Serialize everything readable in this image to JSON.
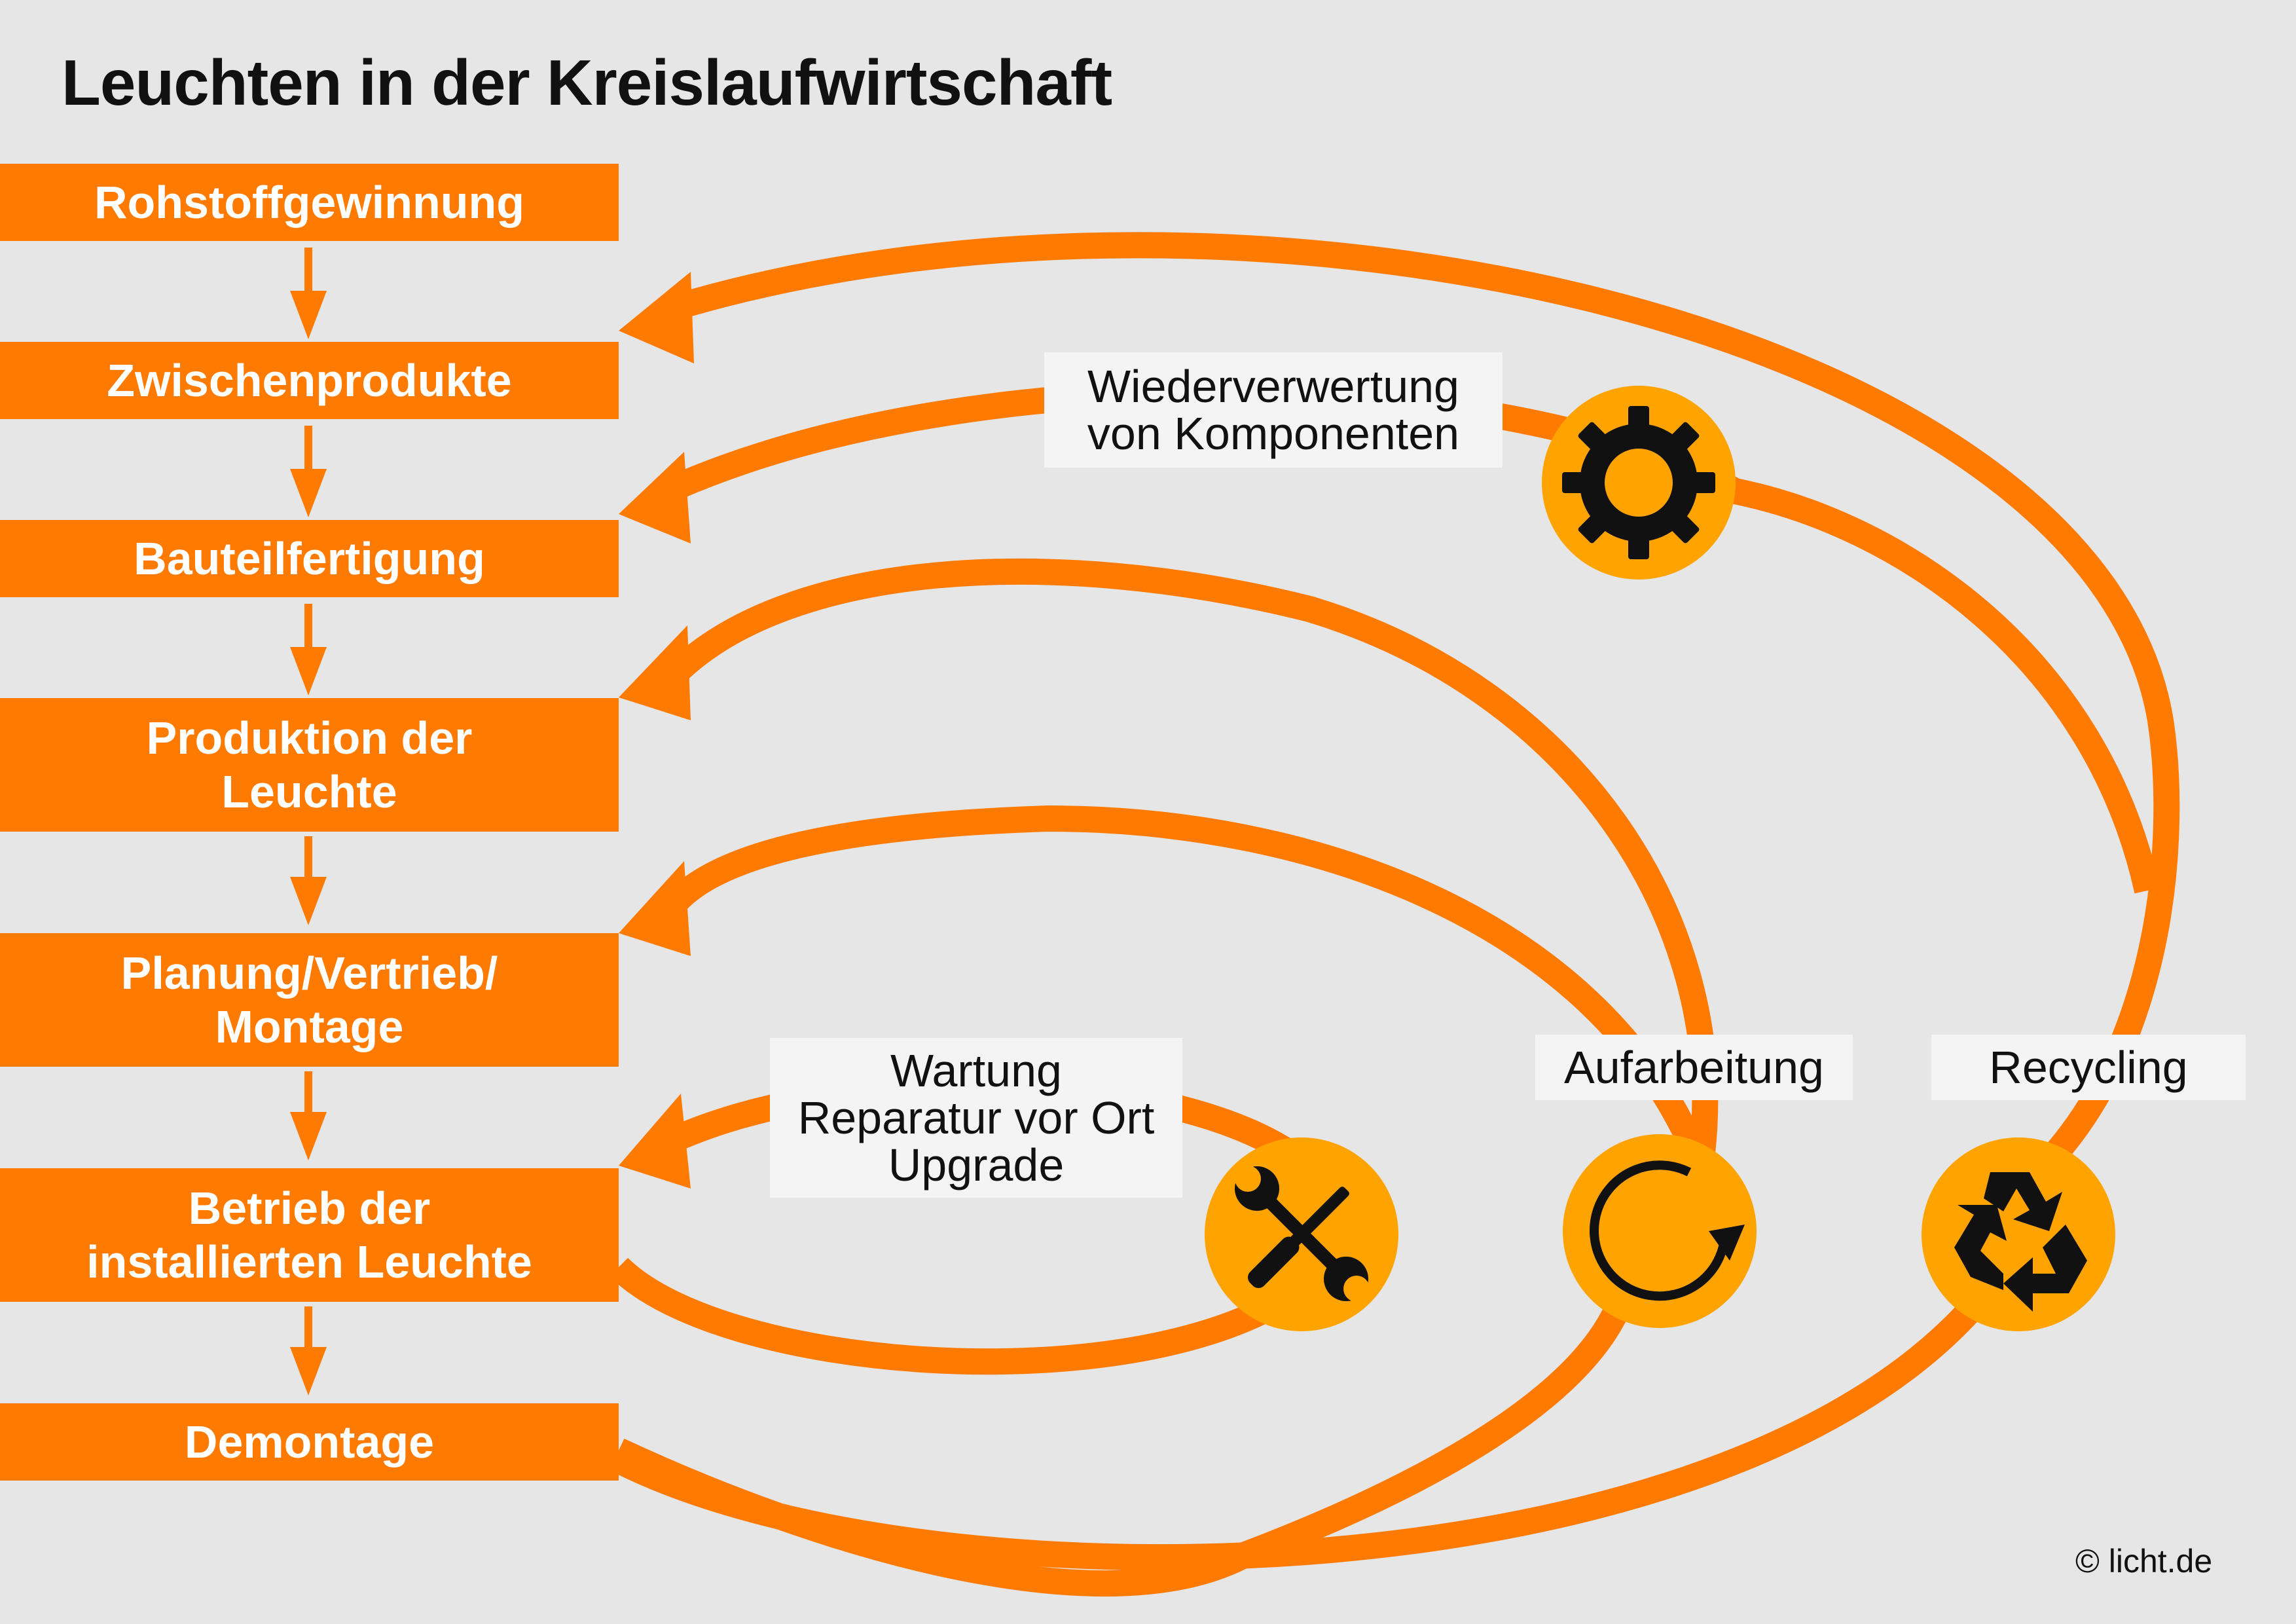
{
  "title": "Leuchten in der Kreislaufwirtschaft",
  "stages": [
    "Rohstoffgewinnung",
    "Zwischenprodukte",
    "Bauteilfertigung",
    "Produktion der\nLeuchte",
    "Planung/Vertrieb/\nMontage",
    "Betrieb der\ninstallierten Leuchte",
    "Demontage"
  ],
  "loops": {
    "maintenance": "Wartung\nReparatur vor Ort\nUpgrade",
    "refurbishment": "Aufarbeitung",
    "component_reuse": "Wiederverwertung\nvon Komponenten",
    "recycling": "Recycling"
  },
  "icons": {
    "maintenance": "wrench-screwdriver-icon",
    "component_reuse": "gear-icon",
    "refurbishment": "circular-arrow-icon",
    "recycling": "recycling-icon"
  },
  "colors": {
    "stage_fill": "#ff7a00",
    "loop_stroke": "#ff7a00",
    "icon_circle": "#ffa300",
    "background": "#e6e6e6"
  },
  "copyright": "© licht.de"
}
